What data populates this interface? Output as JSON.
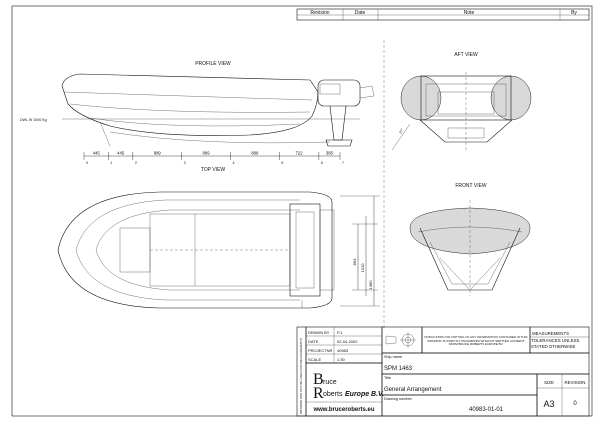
{
  "revision_table": {
    "headers": [
      "Revision",
      "Date",
      "Note",
      "By"
    ]
  },
  "views": {
    "profile": "PROFILE VIEW",
    "top": "TOP VIEW",
    "aft": "AFT VIEW",
    "front": "FRONT VIEW"
  },
  "waterline_label": "DWL W 1000 Kg",
  "profile_dimensions": [
    "445",
    "445",
    "889",
    "889",
    "889",
    "722",
    "385"
  ],
  "station_numbers": [
    "0",
    "1",
    "2",
    "3",
    "4",
    "5",
    "6",
    "7"
  ],
  "top_dimensions": [
    "864",
    "1010",
    "1380"
  ],
  "title_block": {
    "side_text": "DRAWING MAY NOT BE USED FOR MEASUREMENTS",
    "drawn_by_label": "DRAWN BY",
    "drawn_by": "P.J.",
    "date_label": "DATE",
    "date": "02-04-2002",
    "projectnr_label": "PROJECTNR",
    "projectnr": "40983",
    "scale_label": "SCALE",
    "scale": "1:30",
    "copyright": "DUPLICATION OR COPYING OF ANY INFORMATION CONTAINED IN THIS DRAWING IS STRICTLY PROHIBITED WITHOUT WRITTEN CONSENT FROM BRUCE ROBERTS EUROPE BV.",
    "measurements_label": "MEASUREMENTS",
    "tolerances": "TOLERANCES UNLESS STATED OTHERWISE",
    "ship_name_label": "Ship name",
    "ship_name": "SPM 1463",
    "title_label": "Title",
    "title": "General Arrangement",
    "drawing_number_label": "Drawing number",
    "drawing_number": "40983-01-01",
    "size_label": "SIZE",
    "size": "A3",
    "revision_label": "REVISION",
    "revision": "0",
    "logo_line1": "ruce",
    "logo_line2": "oberts",
    "logo_company": "Europe B.V.",
    "website": "www.bruceroberts.eu"
  }
}
